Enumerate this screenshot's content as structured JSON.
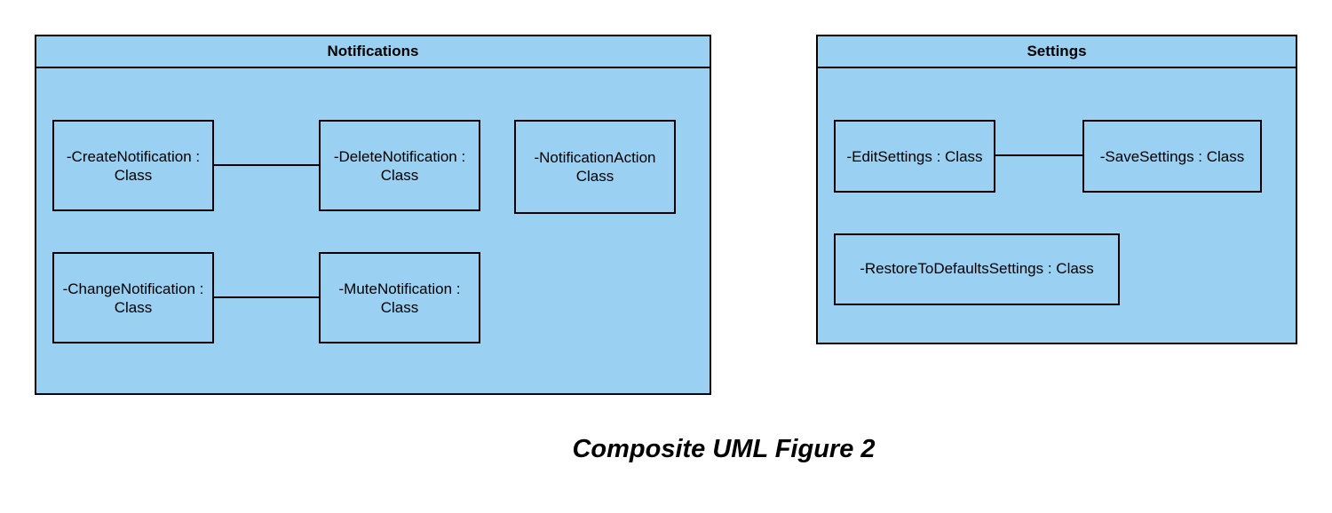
{
  "colors": {
    "package_fill": "#9ad0f2",
    "stroke": "#000000"
  },
  "notifications": {
    "title": "Notifications",
    "classes": {
      "create": "-CreateNotification : Class",
      "delete": "-DeleteNotification : Class",
      "action": "-NotificationAction Class",
      "change": "-ChangeNotification : Class",
      "mute": "-MuteNotification : Class"
    }
  },
  "settings": {
    "title": "Settings",
    "classes": {
      "edit": "-EditSettings : Class",
      "save": "-SaveSettings : Class",
      "restore": "-RestoreToDefaultsSettings : Class"
    }
  },
  "caption": "Composite UML Figure 2"
}
